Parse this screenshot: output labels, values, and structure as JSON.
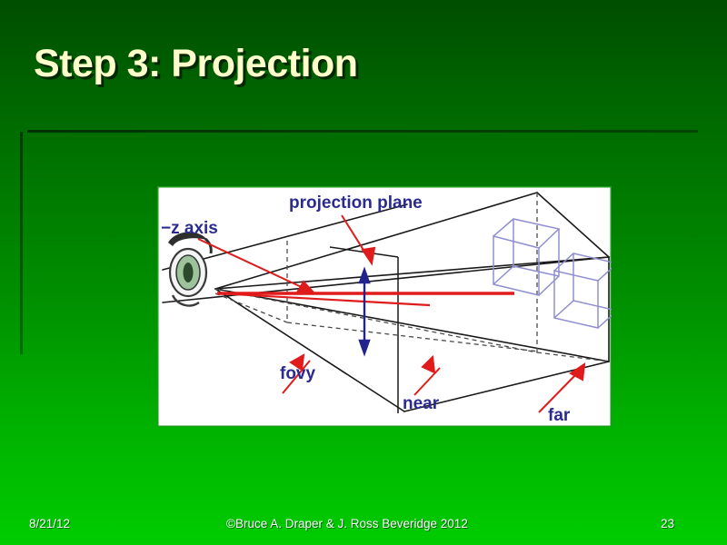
{
  "slide": {
    "title": "Step 3: Projection",
    "background_top_color": "#004d00",
    "background_bottom_color": "#00cc00",
    "title_color": "#ffffcc"
  },
  "figure": {
    "caption_alt": "perspective view frustum diagram",
    "background_color": "#ffffff",
    "label_color": "#2b2b8f",
    "arrow_color": "#e01b1b",
    "line_color": "#1a1a1a",
    "cube_color": "#8f8fd0",
    "labels": {
      "z_axis": "−z axis",
      "projection_plane": "projection plane",
      "fovy": "fovy",
      "near": "near",
      "far": "far"
    }
  },
  "footer": {
    "date": "8/21/12",
    "copyright": "©Bruce A. Draper & J. Ross Beveridge 2012",
    "page_number": "23"
  }
}
